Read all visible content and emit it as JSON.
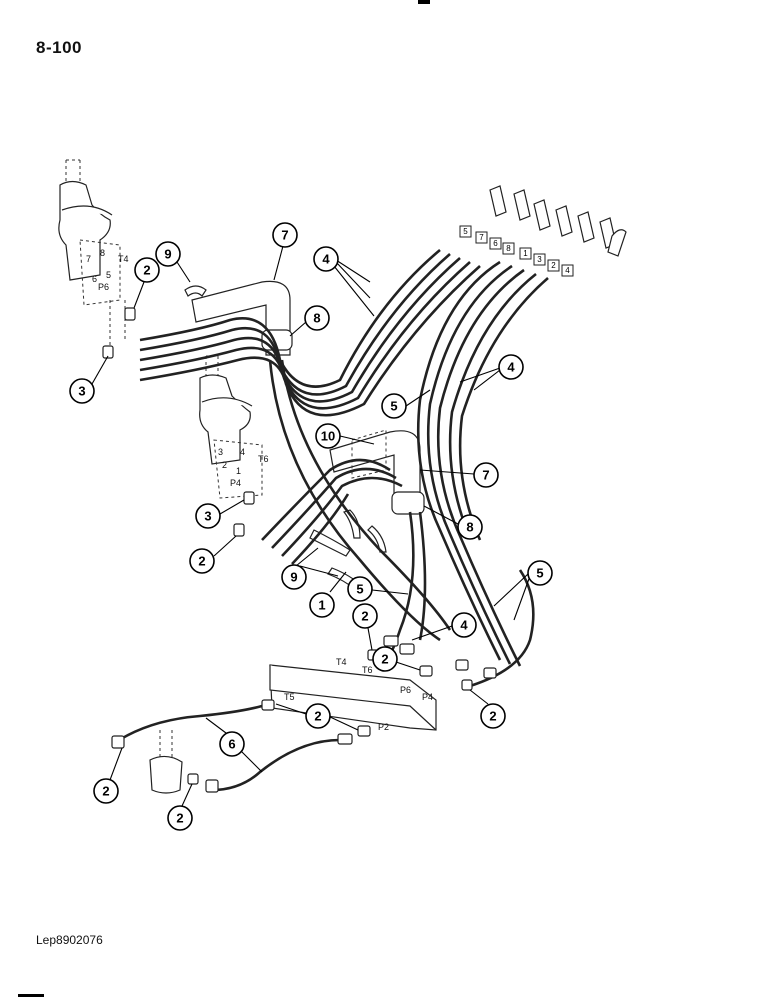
{
  "header": {
    "page_number": "8-100"
  },
  "footer": {
    "reference_code": "Lep8902076"
  },
  "callouts": [
    {
      "label": "9"
    },
    {
      "label": "7"
    },
    {
      "label": "4"
    },
    {
      "label": "2"
    },
    {
      "label": "8"
    },
    {
      "label": "3"
    },
    {
      "label": "4"
    },
    {
      "label": "5"
    },
    {
      "label": "10"
    },
    {
      "label": "7"
    },
    {
      "label": "3"
    },
    {
      "label": "8"
    },
    {
      "label": "2"
    },
    {
      "label": "9"
    },
    {
      "label": "1"
    },
    {
      "label": "5"
    },
    {
      "label": "5"
    },
    {
      "label": "2"
    },
    {
      "label": "4"
    },
    {
      "label": "2"
    },
    {
      "label": "2"
    },
    {
      "label": "2"
    },
    {
      "label": "6"
    },
    {
      "label": "2"
    },
    {
      "label": "2"
    }
  ],
  "valve_tags": [
    "5",
    "7",
    "6",
    "8",
    "1",
    "3",
    "2",
    "4"
  ],
  "port_labels": {
    "upper_control": [
      "8",
      "7",
      "T4",
      "6",
      "5",
      "P6"
    ],
    "lower_control": [
      "3",
      "4",
      "T6",
      "2",
      "1",
      "P4"
    ],
    "manifold": [
      "T4",
      "T6",
      "P6",
      "P4",
      "T5",
      "P2"
    ]
  }
}
